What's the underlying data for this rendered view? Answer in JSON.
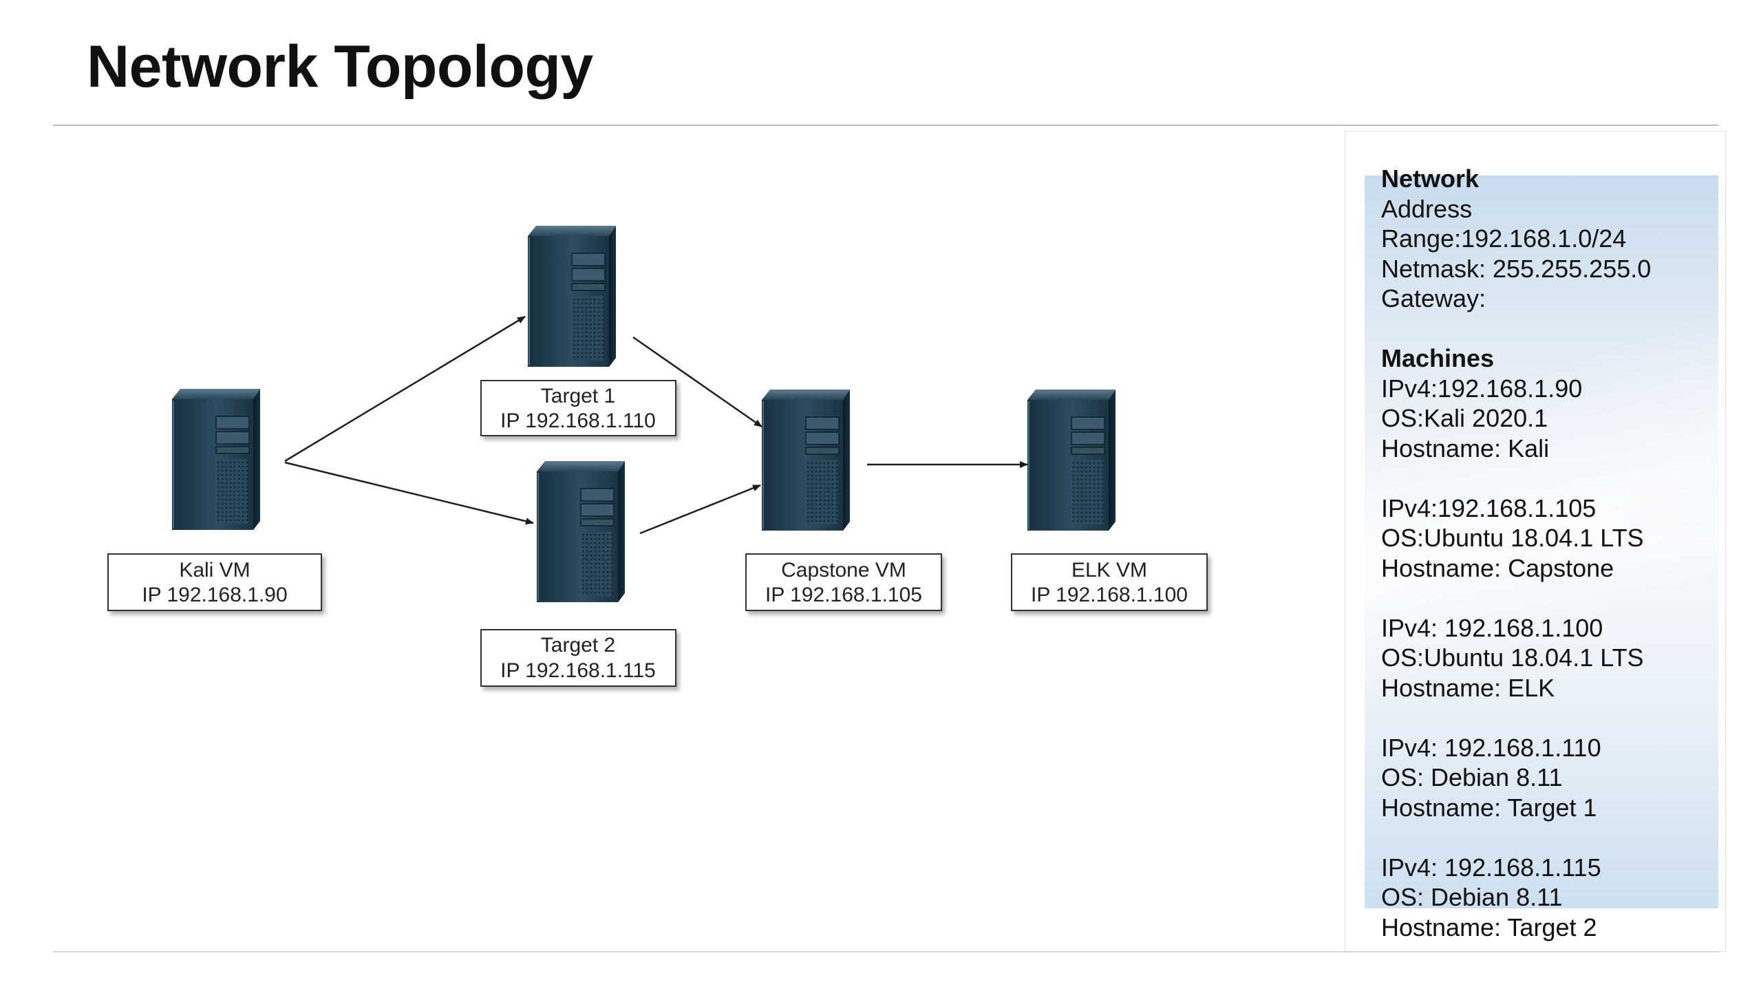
{
  "title": "Network Topology",
  "diagram": {
    "nodes": [
      {
        "id": "kali",
        "name": "Kali VM",
        "ip": "IP 192.168.1.90"
      },
      {
        "id": "target1",
        "name": "Target 1",
        "ip": "IP 192.168.1.110"
      },
      {
        "id": "target2",
        "name": "Target 2",
        "ip": "IP 192.168.1.115"
      },
      {
        "id": "capstone",
        "name": "Capstone VM",
        "ip": "IP 192.168.1.105"
      },
      {
        "id": "elk",
        "name": "ELK VM",
        "ip": "IP 192.168.1.100"
      }
    ],
    "edges": [
      {
        "from": "kali",
        "to": "target1"
      },
      {
        "from": "kali",
        "to": "target2"
      },
      {
        "from": "target1",
        "to": "capstone"
      },
      {
        "from": "target2",
        "to": "capstone"
      },
      {
        "from": "capstone",
        "to": "elk"
      }
    ]
  },
  "panel": {
    "network": {
      "heading": "Network",
      "lines": [
        "Address",
        "Range:192.168.1.0/24",
        "Netmask: 255.255.255.0",
        "Gateway:"
      ]
    },
    "machines": {
      "heading": "Machines",
      "entries": [
        [
          "IPv4:192.168.1.90",
          "OS:Kali 2020.1",
          "Hostname: Kali"
        ],
        [
          "IPv4:192.168.1.105",
          "OS:Ubuntu 18.04.1 LTS",
          "Hostname: Capstone"
        ],
        [
          "IPv4: 192.168.1.100",
          "OS:Ubuntu 18.04.1 LTS",
          "Hostname: ELK"
        ],
        [
          "IPv4: 192.168.1.110",
          "OS: Debian 8.11",
          "Hostname: Target 1"
        ],
        [
          "IPv4: 192.168.1.115",
          "OS: Debian 8.11",
          "Hostname: Target 2"
        ]
      ]
    }
  }
}
